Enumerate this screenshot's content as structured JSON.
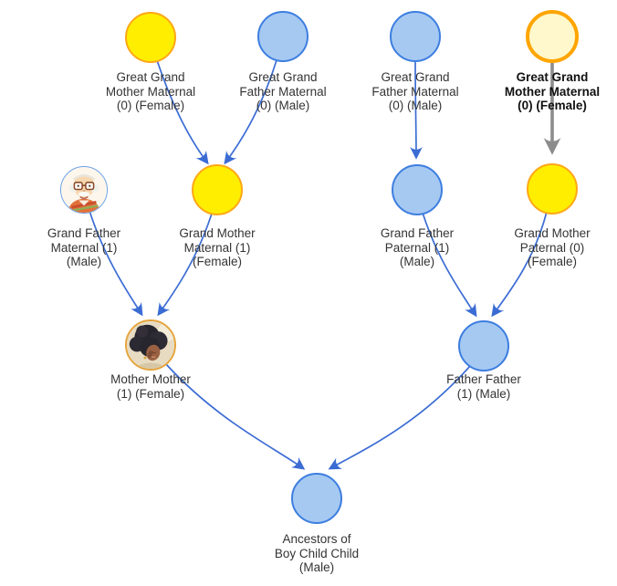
{
  "graph": {
    "colors": {
      "male_node_fill": "#a6c9f2",
      "male_node_border": "#3d7ee0",
      "female_node_fill": "#ffee00",
      "female_node_border": "#ffa717",
      "selected_node_fill": "#fff8cc",
      "selected_node_border": "#ffa500",
      "edge_blue": "#3b6cd4",
      "edge_highlighted_gray": "#8c8c8c",
      "label_text": "#343434"
    },
    "nodes": [
      {
        "id": "great-grand-mother-maternal-a",
        "lines": [
          "Great Grand",
          "Mother Maternal",
          "(0) (Female)"
        ],
        "gender": "female",
        "state": "normal"
      },
      {
        "id": "great-grand-father-maternal-a",
        "lines": [
          "Great Grand",
          "Father Maternal",
          "(0) (Male)"
        ],
        "gender": "male",
        "state": "normal"
      },
      {
        "id": "great-grand-father-maternal-b",
        "lines": [
          "Great Grand",
          "Father Maternal",
          "(0) (Male)"
        ],
        "gender": "male",
        "state": "normal"
      },
      {
        "id": "great-grand-mother-maternal-b",
        "lines": [
          "Great Grand",
          "Mother Maternal",
          "(0) (Female)"
        ],
        "gender": "female",
        "state": "selected"
      },
      {
        "id": "grand-father-maternal",
        "lines": [
          "Grand Father",
          "Maternal (1)",
          "(Male)"
        ],
        "gender": "male",
        "avatar": "old-man-photo"
      },
      {
        "id": "grand-mother-maternal",
        "lines": [
          "Grand Mother",
          "Maternal (1)",
          "(Female)"
        ],
        "gender": "female",
        "state": "normal"
      },
      {
        "id": "grand-father-paternal",
        "lines": [
          "Grand Father",
          "Paternal (1)",
          "(Male)"
        ],
        "gender": "male",
        "state": "normal"
      },
      {
        "id": "grand-mother-paternal",
        "lines": [
          "Grand Mother",
          "Paternal (0)",
          "(Female)"
        ],
        "gender": "female",
        "state": "normal"
      },
      {
        "id": "mother-mother",
        "lines": [
          "Mother Mother",
          "(1) (Female)"
        ],
        "gender": "female",
        "avatar": "woman-photo"
      },
      {
        "id": "father-father",
        "lines": [
          "Father Father",
          "(1) (Male)"
        ],
        "gender": "male",
        "state": "normal"
      },
      {
        "id": "ancestors-child",
        "lines": [
          "Ancestors of",
          "Boy Child Child",
          "(Male)"
        ],
        "gender": "male",
        "state": "normal"
      }
    ],
    "edges": [
      {
        "from": "great-grand-mother-maternal-a",
        "to": "grand-mother-maternal",
        "highlighted": false
      },
      {
        "from": "great-grand-father-maternal-a",
        "to": "grand-mother-maternal",
        "highlighted": false
      },
      {
        "from": "great-grand-father-maternal-b",
        "to": "grand-father-paternal",
        "highlighted": false
      },
      {
        "from": "great-grand-mother-maternal-b",
        "to": "grand-mother-paternal",
        "highlighted": true
      },
      {
        "from": "grand-father-maternal",
        "to": "mother-mother",
        "highlighted": false
      },
      {
        "from": "grand-mother-maternal",
        "to": "mother-mother",
        "highlighted": false
      },
      {
        "from": "grand-father-paternal",
        "to": "father-father",
        "highlighted": false
      },
      {
        "from": "grand-mother-paternal",
        "to": "father-father",
        "highlighted": false
      },
      {
        "from": "mother-mother",
        "to": "ancestors-child",
        "highlighted": false
      },
      {
        "from": "father-father",
        "to": "ancestors-child",
        "highlighted": false
      }
    ]
  }
}
